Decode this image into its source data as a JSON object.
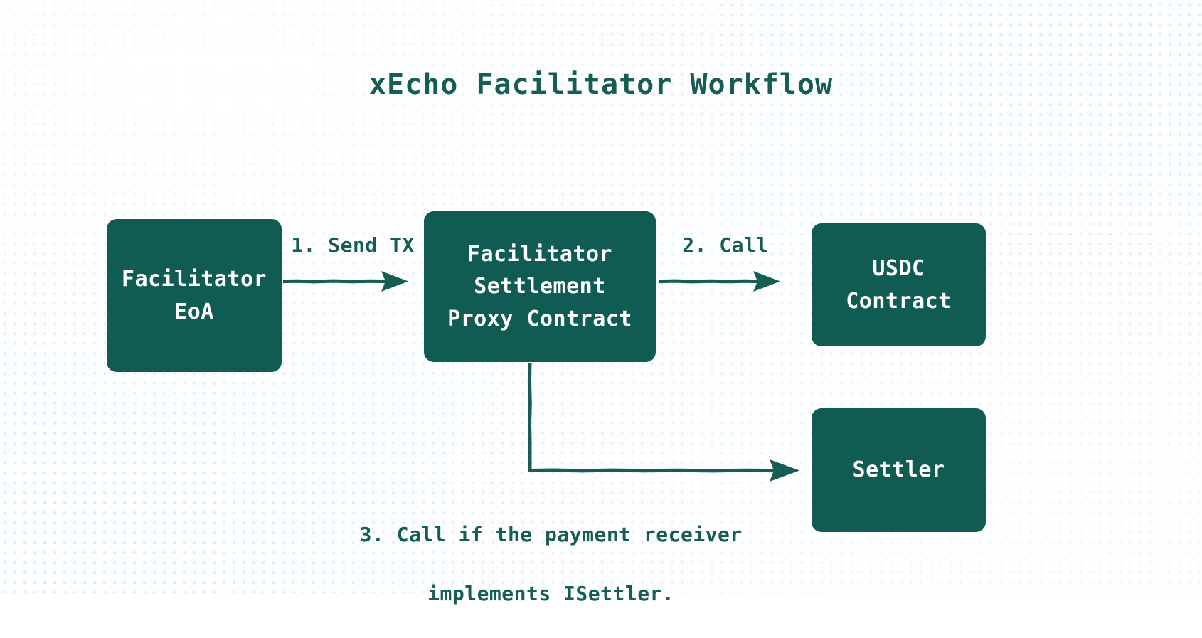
{
  "diagram": {
    "title": "xEcho Facilitator Workflow",
    "type": "flowchart",
    "direction": "left-to-right",
    "theme": {
      "node_fill": "#105C53",
      "node_text": "#ffffff",
      "edge_color": "#165e55",
      "label_color": "#165e55",
      "background": "#fdfeff",
      "dot_color": "#d8edf4"
    },
    "nodes": [
      {
        "id": "facilitator-eoa",
        "lines": [
          "Facilitator",
          "EoA"
        ],
        "shape": "rounded-rectangle"
      },
      {
        "id": "proxy-contract",
        "lines": [
          "Facilitator",
          "Settlement",
          "Proxy Contract"
        ],
        "shape": "rounded-rectangle"
      },
      {
        "id": "usdc-contract",
        "lines": [
          "USDC",
          "Contract"
        ],
        "shape": "rounded-rectangle"
      },
      {
        "id": "settler",
        "lines": [
          "Settler"
        ],
        "shape": "rounded-rectangle"
      }
    ],
    "edges": [
      {
        "id": "edge-1",
        "from": "facilitator-eoa",
        "to": "proxy-contract",
        "label": "1. Send TX",
        "style": "hand-drawn-arrow",
        "path": "straight"
      },
      {
        "id": "edge-2",
        "from": "proxy-contract",
        "to": "usdc-contract",
        "label": "2. Call",
        "style": "hand-drawn-arrow",
        "path": "straight"
      },
      {
        "id": "edge-3",
        "from": "proxy-contract",
        "to": "settler",
        "label_line_1": "3. Call if the payment receiver",
        "label_line_2": "implements ISettler.",
        "style": "hand-drawn-arrow",
        "path": "elbow-down-then-right"
      }
    ]
  }
}
